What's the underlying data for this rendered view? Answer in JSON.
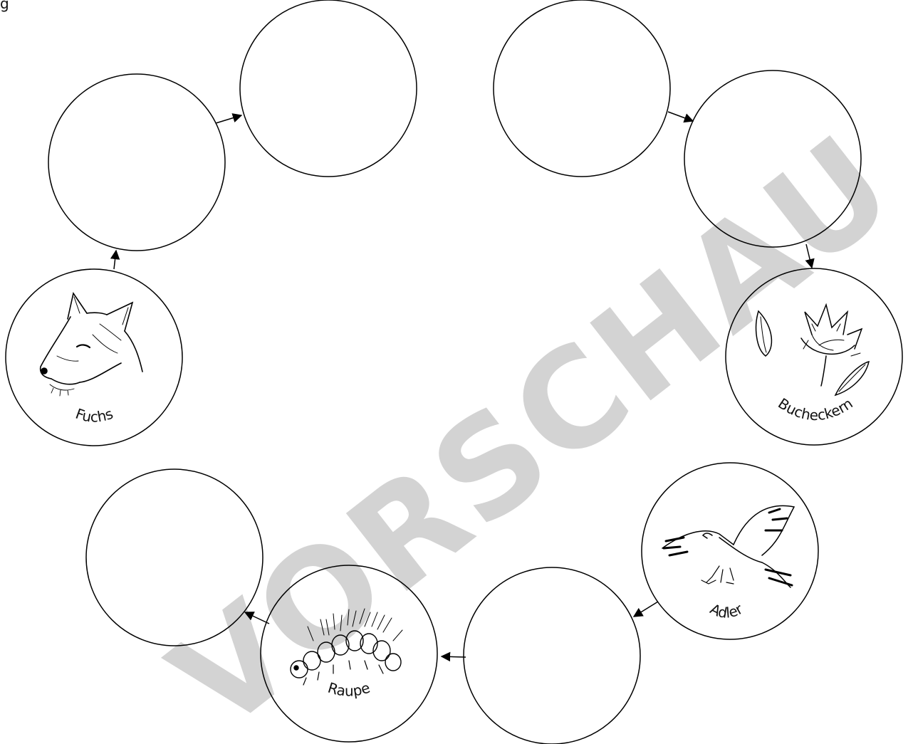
{
  "heading_fragment": "g",
  "watermark": "VORSCHAU",
  "circles": {
    "top_left_upper": {
      "label": ""
    },
    "top_left_mid": {
      "label": ""
    },
    "fox": {
      "label": "Fuchs",
      "picture": "fox-head-drawing"
    },
    "top_right_upper": {
      "label": ""
    },
    "top_right_mid": {
      "label": ""
    },
    "beech": {
      "label": "Bucheckern",
      "picture": "beechnut-drawing"
    },
    "eagle": {
      "label": "Adler",
      "picture": "eagle-drawing"
    },
    "bottom_mid_right": {
      "label": ""
    },
    "caterpillar": {
      "label": "Raupe",
      "picture": "caterpillar-drawing"
    },
    "bottom_left": {
      "label": ""
    }
  },
  "colors": {
    "line": "#000000",
    "watermark": "#c8c8c8",
    "background": "#ffffff"
  }
}
